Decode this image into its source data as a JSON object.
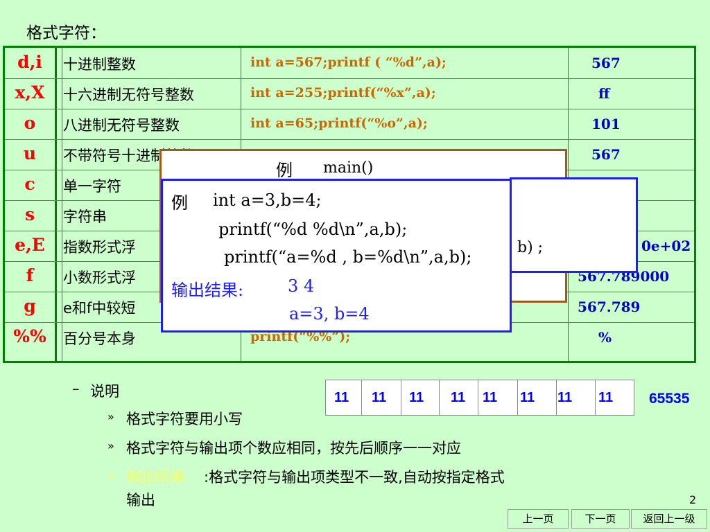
{
  "title": "格式字符：",
  "table": {
    "rows": [
      {
        "code": "d,i",
        "desc": "十进制整数",
        "example": "int a=567;printf ( “%d”,a);",
        "output": "567"
      },
      {
        "code": "x,X",
        "desc": "十六进制无符号整数",
        "example": "int a=255;printf(“%x”,a);",
        "output": "ff"
      },
      {
        "code": "o",
        "desc": "八进制无符号整数",
        "example": "int a=65;printf(“%o”,a);",
        "output": "101"
      },
      {
        "code": "u",
        "desc": "不带符号十进制整数",
        "example": "",
        "output": "567"
      },
      {
        "code": "c",
        "desc": "单一字符",
        "example": "",
        "output": ""
      },
      {
        "code": "s",
        "desc": "字符串",
        "example": "",
        "output": ""
      },
      {
        "code": "e,E",
        "desc": "指数形式浮",
        "example": "",
        "output": "0e+02"
      },
      {
        "code": "f",
        "desc": "小数形式浮",
        "example": "",
        "output": "567.789000"
      },
      {
        "code": "g",
        "desc": "e和f中较短",
        "example": "",
        "output": "567.789"
      },
      {
        "code": "%%",
        "desc": "百分号本身",
        "example": "printf(“%%”);",
        "output": "%"
      }
    ]
  },
  "popup_back": {
    "label": "例",
    "line1": "main()",
    "frag": ", b) ;"
  },
  "popup_front": {
    "label": "例",
    "line1": "int a=3,b=4;",
    "line2": "printf(“%d %d\\n”,a,b);",
    "line3": "printf(“a=%d , b=%d\\n”,a,b);",
    "result_label": "输出结果:",
    "result1": "3  4",
    "result2": "a=3, b=4"
  },
  "notes": {
    "heading": "说明",
    "dash": "–",
    "bullet": "»",
    "item1": "格式字符要用小写",
    "item2": "格式字符与输出项个数应相同，按先后顺序一一对应",
    "item3_hidden": "输出转换",
    "item3": ":格式字符与输出项类型不一致,自动按指定格式",
    "item3_cont": "输出"
  },
  "bits": {
    "cells": [
      "11",
      "11",
      "11",
      "11",
      "11",
      "11",
      "11",
      "11"
    ],
    "value": "65535"
  },
  "page_number": "2",
  "nav": {
    "prev": "上一页",
    "next": "下一页",
    "up": "返回上一级"
  },
  "colors": {
    "background": "#ccffcc",
    "table_border": "#008000",
    "code_red": "#ff0000",
    "example_orange": "#cc6600",
    "output_blue": "#0000cc",
    "popup_blue": "#1c1cff",
    "popup_brown": "#a05a1e"
  }
}
